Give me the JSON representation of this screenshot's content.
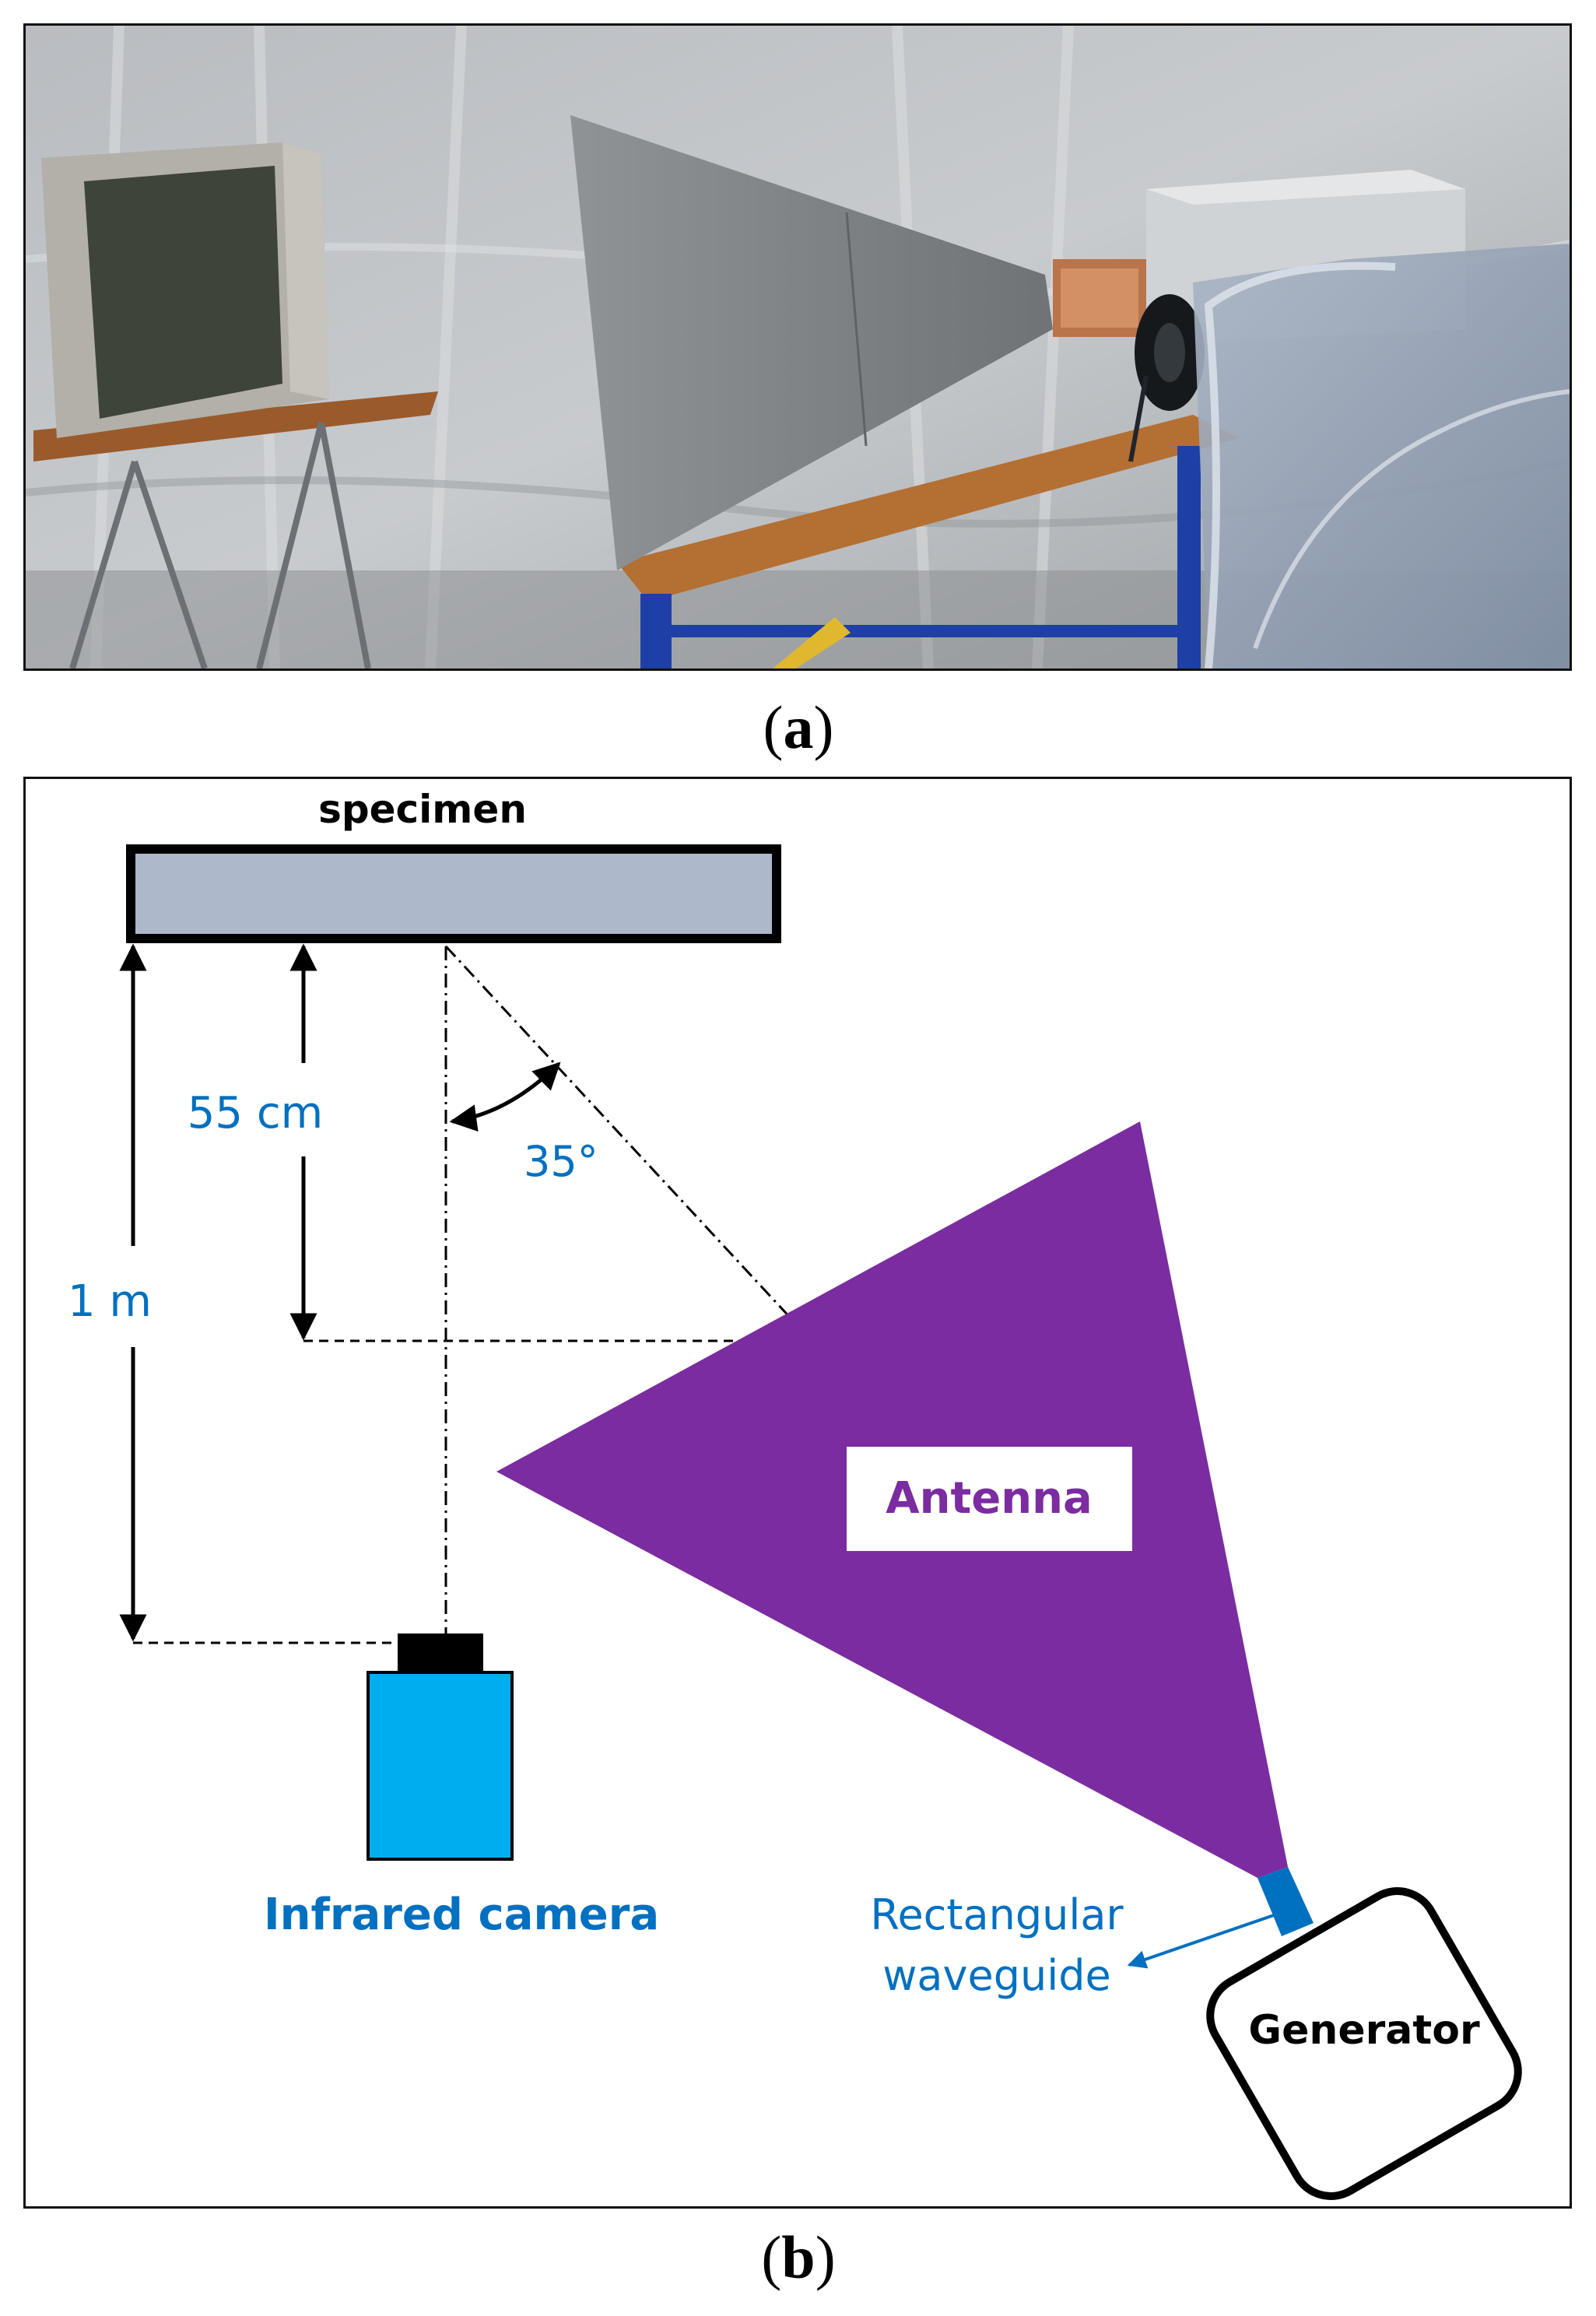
{
  "figure": {
    "panel_a_caption": "a",
    "panel_b_caption": "b"
  },
  "diagram": {
    "specimen_label": "specimen",
    "distance_near_label": "55 cm",
    "distance_far_label": "1 m",
    "angle_label": "35°",
    "antenna_label": "Antenna",
    "camera_label": "Infrared camera",
    "waveguide_label_line1": "Rectangular",
    "waveguide_label_line2": "waveguide",
    "generator_label": "Generator",
    "colors": {
      "antenna": "#7B2CA0",
      "camera": "#00AEEF",
      "waveguide": "#0070C0",
      "specimen": "#ADB9CA",
      "annotation_text": "#0070C0"
    }
  }
}
